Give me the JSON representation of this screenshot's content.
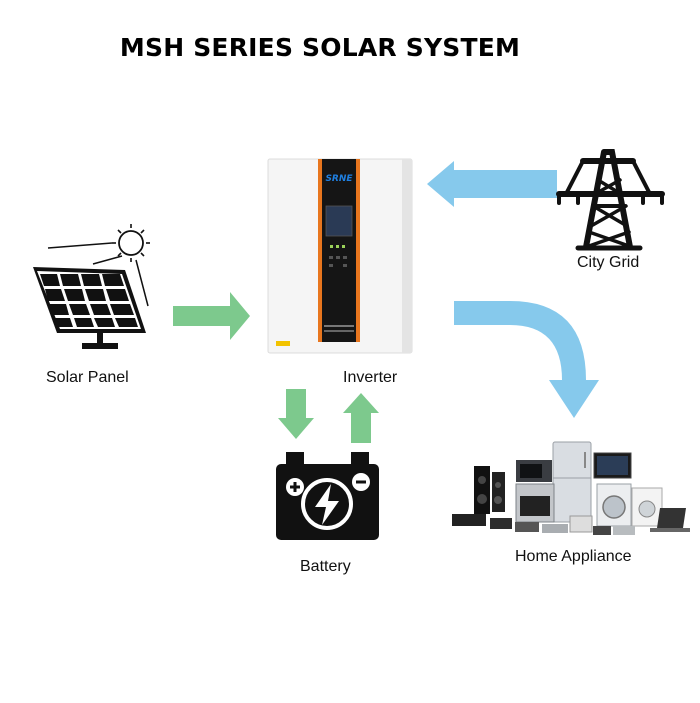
{
  "title": "MSH SERIES SOLAR SYSTEM",
  "nodes": {
    "solar_panel": "Solar Panel",
    "inverter": "Inverter",
    "battery": "Battery",
    "city_grid": "City Grid",
    "home_appliance": "Home Appliance"
  },
  "inverter_screen": {
    "brand": "SRNE"
  },
  "colors": {
    "green_arrow": "#7dc98d",
    "blue_arrow": "#86c9ec",
    "inverter_body": "#f4f4f4",
    "inverter_stripe": "#e8761e",
    "battery": "#111111"
  }
}
